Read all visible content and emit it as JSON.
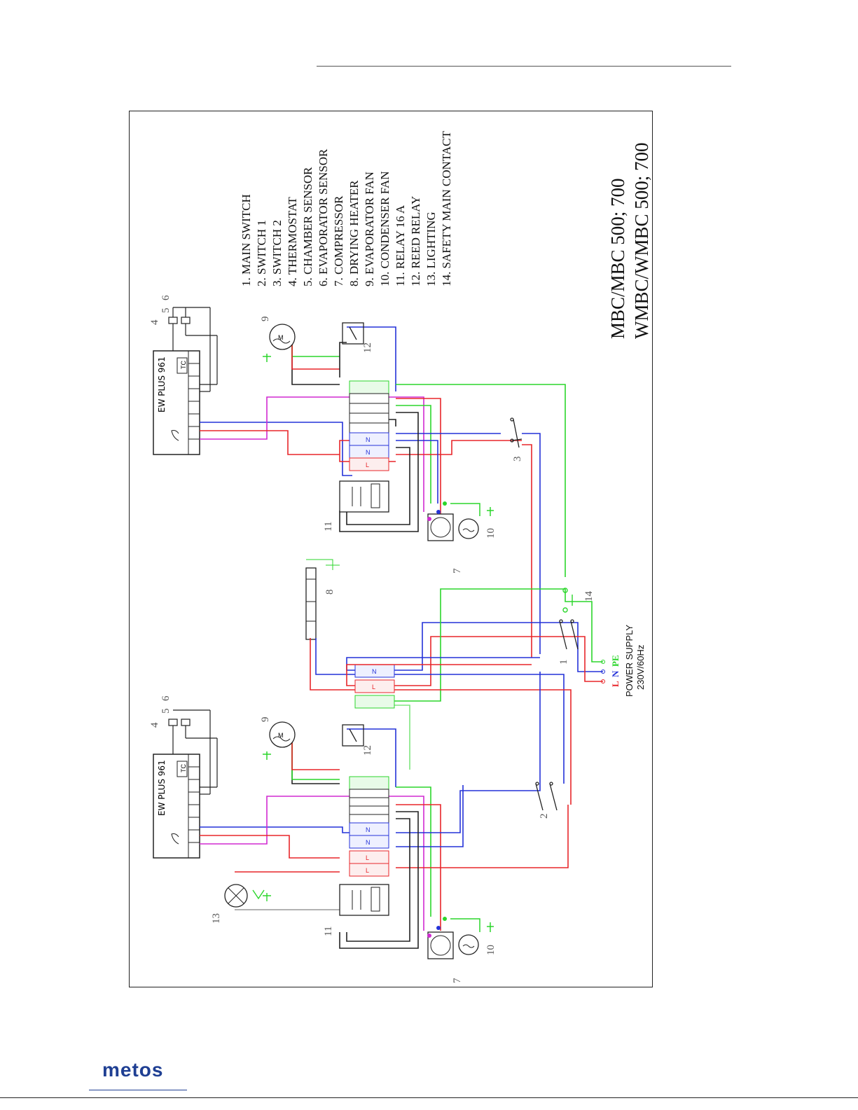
{
  "title": {
    "line1": "MBC/MBC 500; 700",
    "line2": "WMBC/WMBC 500; 700"
  },
  "legend": [
    "1. MAIN SWITCH",
    "2. SWITCH 1",
    "3. SWITCH 2",
    "4. THERMOSTAT",
    "5. CHAMBER SENSOR",
    "6. EVAPORATOR SENSOR",
    "7. COMPRESSOR",
    "8. DRYING HEATER",
    "9. EVAPORATOR FAN",
    "10. CONDENSER FAN",
    "11. RELAY 16 A",
    "12. REED RELAY",
    "13. LIGHTING",
    "14. SAFETY MAIN CONTACT"
  ],
  "controller_label": "EW PLUS 961",
  "controller_tc": "TC",
  "power_supply": {
    "line1": "POWER SUPPLY",
    "line2": "230V/60Hz",
    "L": "L",
    "N": "N",
    "PE": "PE"
  },
  "terminal_labels": {
    "L": "L",
    "N": "N"
  },
  "component_numbers": {
    "upper": [
      "4",
      "5",
      "6",
      "9",
      "12",
      "3",
      "11",
      "7",
      "10",
      "8"
    ],
    "lower": [
      "4",
      "5",
      "6",
      "9",
      "12",
      "2",
      "13",
      "11",
      "7",
      "10"
    ],
    "main": [
      "1",
      "14"
    ]
  },
  "wire_colors": {
    "line": "#e8262a",
    "neutral": "#2432d8",
    "earth": "#2bd62b",
    "signal": "#d12ad1",
    "black": "#222222",
    "grey": "#999999"
  },
  "footer": {
    "brand": "metos"
  }
}
